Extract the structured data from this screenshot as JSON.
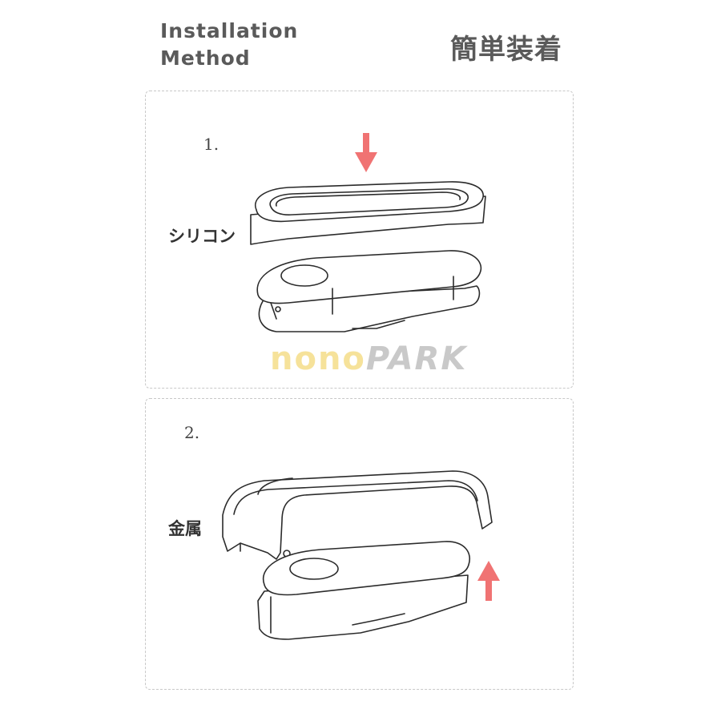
{
  "header": {
    "title_en_line1": "Installation",
    "title_en_line2": "Method",
    "title_jp": "簡単装着"
  },
  "steps": [
    {
      "number": "1.",
      "part_label": "シリコン",
      "arrow": "down"
    },
    {
      "number": "2.",
      "part_label": "金属",
      "arrow": "up"
    }
  ],
  "watermark": {
    "part1": "nono",
    "part2": "PARK"
  },
  "colors": {
    "arrow": "#f07373",
    "line": "#2b2b2b",
    "dashed_border": "#c8c8c8",
    "watermark_yellow": "#f6e29a",
    "watermark_gray": "#c9c9c9"
  }
}
